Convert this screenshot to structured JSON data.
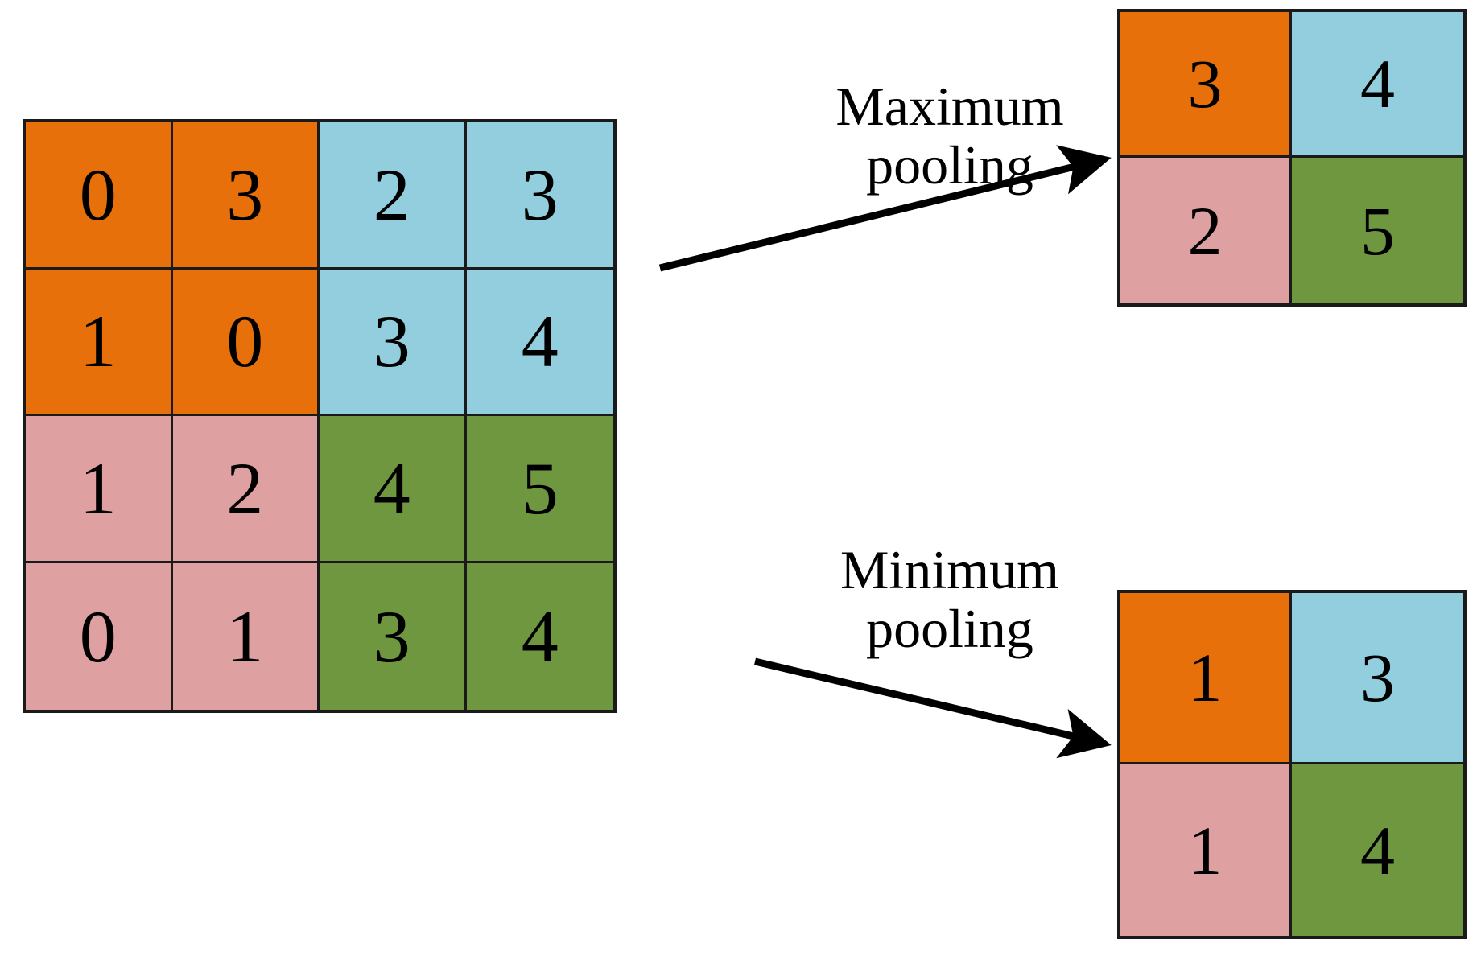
{
  "title": "Maximum and minimum pooling illustration",
  "colors": {
    "orange": "#E8700A",
    "blue": "#92CEDD",
    "pink": "#DEA0A0",
    "green": "#6E9740",
    "border": "#1a1a1a",
    "background": "#FFFFFF",
    "text": "#000000"
  },
  "input_grid": {
    "rows": 4,
    "cols": 4,
    "cells": [
      {
        "value": "0",
        "color": "#E8700A",
        "region": "top-left"
      },
      {
        "value": "3",
        "color": "#E8700A",
        "region": "top-left"
      },
      {
        "value": "2",
        "color": "#92CEDD",
        "region": "top-right"
      },
      {
        "value": "3",
        "color": "#92CEDD",
        "region": "top-right"
      },
      {
        "value": "1",
        "color": "#E8700A",
        "region": "top-left"
      },
      {
        "value": "0",
        "color": "#E8700A",
        "region": "top-left"
      },
      {
        "value": "3",
        "color": "#92CEDD",
        "region": "top-right"
      },
      {
        "value": "4",
        "color": "#92CEDD",
        "region": "top-right"
      },
      {
        "value": "1",
        "color": "#DEA0A0",
        "region": "bottom-left"
      },
      {
        "value": "2",
        "color": "#DEA0A0",
        "region": "bottom-left"
      },
      {
        "value": "4",
        "color": "#6E9740",
        "region": "bottom-right"
      },
      {
        "value": "5",
        "color": "#6E9740",
        "region": "bottom-right"
      },
      {
        "value": "0",
        "color": "#DEA0A0",
        "region": "bottom-left"
      },
      {
        "value": "1",
        "color": "#DEA0A0",
        "region": "bottom-left"
      },
      {
        "value": "3",
        "color": "#6E9740",
        "region": "bottom-right"
      },
      {
        "value": "4",
        "color": "#6E9740",
        "region": "bottom-right"
      }
    ]
  },
  "max_pooling": {
    "label_line1": "Maximum",
    "label_line2": "pooling",
    "output": {
      "rows": 2,
      "cols": 2,
      "cells": [
        {
          "value": "3",
          "color": "#E8700A",
          "region": "top-left"
        },
        {
          "value": "4",
          "color": "#92CEDD",
          "region": "top-right"
        },
        {
          "value": "2",
          "color": "#DEA0A0",
          "region": "bottom-left"
        },
        {
          "value": "5",
          "color": "#6E9740",
          "region": "bottom-right"
        }
      ]
    }
  },
  "min_pooling": {
    "label_line1": "Minimum",
    "label_line2": "pooling",
    "output": {
      "rows": 2,
      "cols": 2,
      "cells": [
        {
          "value": "1",
          "color": "#E8700A",
          "region": "top-left"
        },
        {
          "value": "3",
          "color": "#92CEDD",
          "region": "top-right"
        },
        {
          "value": "1",
          "color": "#DEA0A0",
          "region": "bottom-left"
        },
        {
          "value": "4",
          "color": "#6E9740",
          "region": "bottom-right"
        }
      ]
    }
  },
  "chart_data": {
    "type": "table",
    "title": "Maximum and minimum pooling illustration",
    "input_matrix": [
      [
        0,
        3,
        2,
        3
      ],
      [
        1,
        0,
        3,
        4
      ],
      [
        1,
        2,
        4,
        5
      ],
      [
        0,
        1,
        3,
        4
      ]
    ],
    "max_pooled_matrix": [
      [
        3,
        4
      ],
      [
        2,
        5
      ]
    ],
    "min_pooled_matrix": [
      [
        1,
        3
      ],
      [
        1,
        4
      ]
    ],
    "pool_window": "2x2",
    "stride": 2,
    "annotations": [
      "Maximum pooling",
      "Minimum pooling"
    ]
  }
}
